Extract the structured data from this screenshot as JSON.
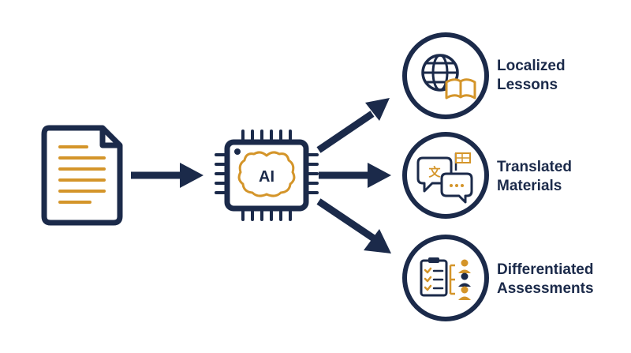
{
  "colors": {
    "navy": "#1b2a4a",
    "gold": "#d4952a",
    "background": "#ffffff"
  },
  "diagram": {
    "source": {
      "icon": "document-icon"
    },
    "processor": {
      "icon": "ai-chip-icon",
      "chip_text": "AI"
    },
    "outputs": [
      {
        "icon": "globe-book-icon",
        "line1": "Localized",
        "line2": "Lessons"
      },
      {
        "icon": "translation-chat-icon",
        "line1": "Translated",
        "line2": "Materials"
      },
      {
        "icon": "clipboard-students-icon",
        "line1": "Differentiated",
        "line2": "Assessments"
      }
    ]
  }
}
